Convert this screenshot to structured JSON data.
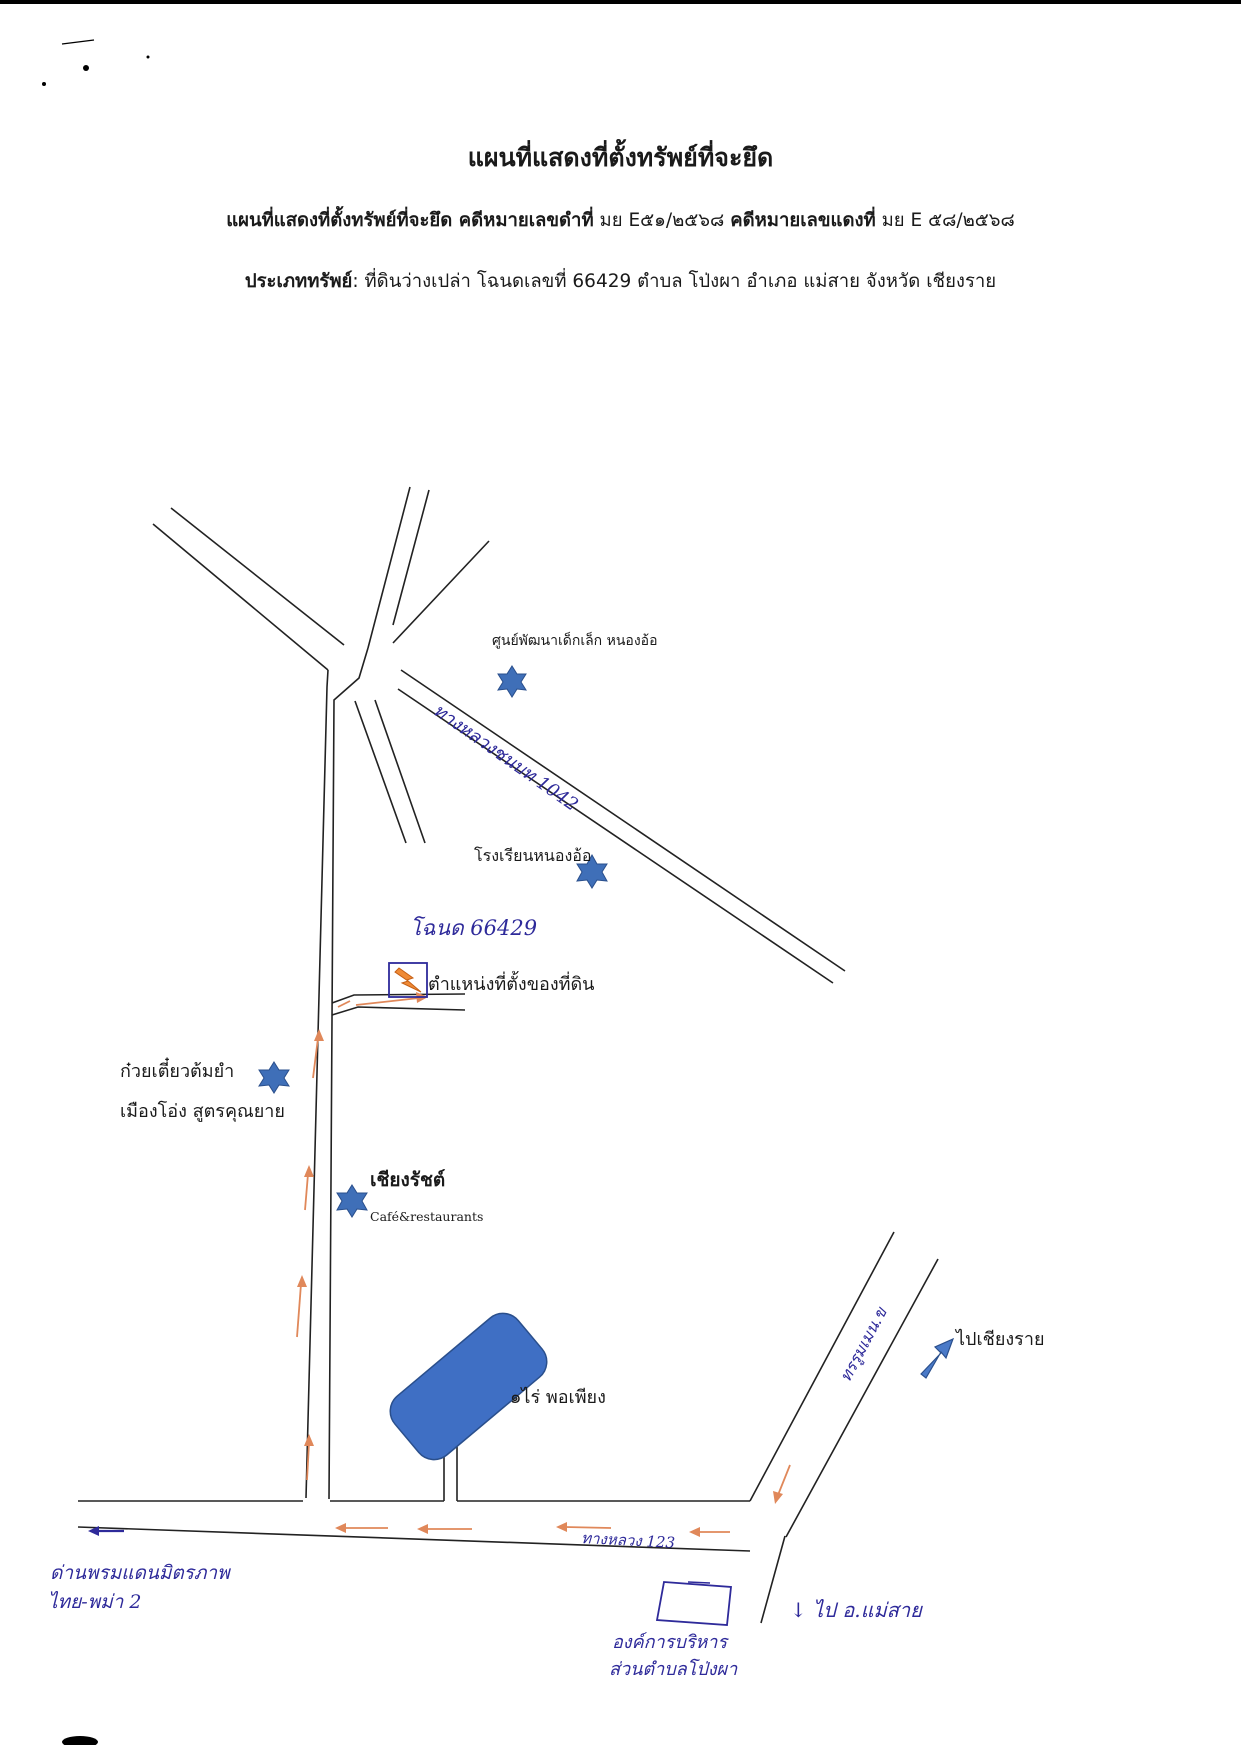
{
  "header": {
    "title": "แผนที่แสดงที่ตั้งทรัพย์ที่จะยึด",
    "subtitle_bold1": "แผนที่แสดงที่ตั้งทรัพย์ที่จะยึด คดีหมายเลขดำที่",
    "subtitle_val1": "มย E๕๑/๒๕๖๘",
    "subtitle_bold2": "คดีหมายเลขแดงที่",
    "subtitle_val2": "มย E ๕๘/๒๕๖๘",
    "ptype_label": "ประเภททรัพย์",
    "ptype_value": ": ที่ดินว่างเปล่า โฉนดเลขที่ 66429 ตำบล โป่งผา อำเภอ แม่สาย จังหวัด เชียงราย"
  },
  "map": {
    "landmarks": {
      "child_center": "ศูนย์พัฒนาเด็กเล็ก หนองอ้อ",
      "school": "โรงเรียนหนองอ้อ",
      "noodle_1": "ก๋วยเตี๋ยวต้มยำ",
      "noodle_2": "เมืองโอ่ง สูตรคุณยาย",
      "cafe_1": "เชียงรัชต์",
      "cafe_2": "Café&restaurants",
      "farm": "๑ไร่ พอเพียง",
      "land_position": "ตำแหน่งที่ตั้งของที่ดิน",
      "to_chiangrai": "ไปเชียงราย"
    },
    "handwritten": {
      "highway_1042": "ทางหลวงชนบท 1042",
      "deed": "โฉนด 66429",
      "highway_123": "ทางหลวง 123",
      "right_road": "ทรรูมเมน.ข",
      "border_1": "ด่านพรมแดนมิตรภาพ",
      "border_2": "ไทย-พม่า 2",
      "to_maesai": "↓ ไป อ.แม่สาย",
      "sao_1": "องค์การบริหาร",
      "sao_2": "ส่วนตำบลโป่งผา"
    },
    "icons": [
      "star-icon",
      "lightning-icon",
      "arrow-icon"
    ],
    "colors": {
      "star": "#3f6fb8",
      "arrow": "#e0885a",
      "ink": "#2e2a9a",
      "farm": "#3f6fc4"
    }
  }
}
